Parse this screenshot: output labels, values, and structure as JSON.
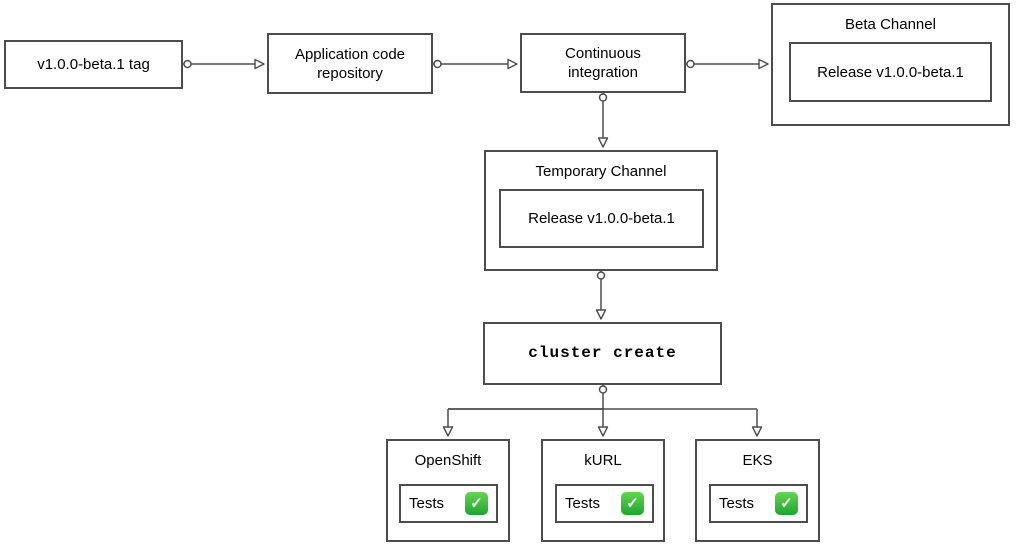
{
  "diagram": {
    "nodes": {
      "tag": {
        "label": "v1.0.0-beta.1 tag"
      },
      "repo": {
        "label": "Application code repository"
      },
      "ci": {
        "label": "Continuous integration"
      },
      "beta_channel": {
        "title": "Beta Channel",
        "release_label": "Release v1.0.0-beta.1"
      },
      "temporary_channel": {
        "title": "Temporary Channel",
        "release_label": "Release v1.0.0-beta.1"
      },
      "cluster_create": {
        "label": "cluster create"
      },
      "clusters": [
        {
          "title": "OpenShift",
          "tests_label": "Tests",
          "status_icon": "check-mark-green",
          "check_glyph": "✓"
        },
        {
          "title": "kURL",
          "tests_label": "Tests",
          "status_icon": "check-mark-green",
          "check_glyph": "✓"
        },
        {
          "title": "EKS",
          "tests_label": "Tests",
          "status_icon": "check-mark-green",
          "check_glyph": "✓"
        }
      ]
    },
    "colors": {
      "border": "#4d4d4d",
      "connector": "#4d4d4d",
      "check_green": "#2fb944",
      "text": "#000000",
      "background": "#ffffff"
    }
  }
}
